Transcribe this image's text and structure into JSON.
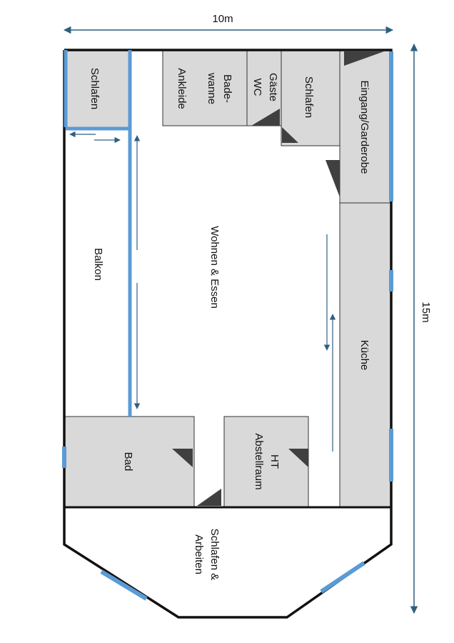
{
  "dimensions": {
    "width_label": "10m",
    "height_label": "15m"
  },
  "rooms": {
    "schlafen_nw": "Schlafen",
    "bade_line1": "Bade-",
    "bade_line2": "wanne",
    "ankleide": "Ankleide",
    "gaeste": "Gäste",
    "wc": "WC",
    "schlafen_n": "Schlafen",
    "eingang": "Eingang/Garderobe",
    "balkon": "Balkon",
    "wohnen": "Wohnen & Essen",
    "kueche": "Küche",
    "bad": "Bad",
    "ht": "HT",
    "abstellraum": "Abstellraum",
    "arbeiten_line1": "Schlafen &",
    "arbeiten_line2": "Arbeiten"
  },
  "colors": {
    "wall": "#111111",
    "window": "#5b9bd5",
    "room_fill": "#d9d9d9",
    "dimension": "#2f5f7f",
    "door": "#404040"
  }
}
